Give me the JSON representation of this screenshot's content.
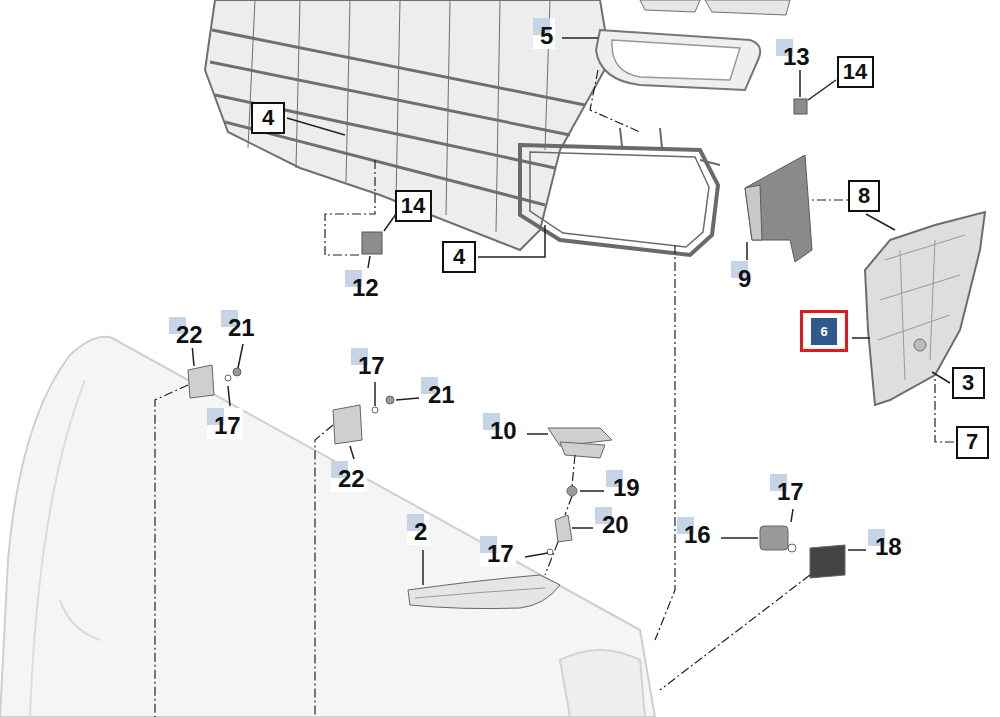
{
  "diagram": {
    "nodes": [
      {
        "text": [
          "14"
        ]
      },
      {
        "text": [
          "4"
        ]
      },
      {
        "text": [
          "8"
        ]
      },
      {
        "text": [
          "14"
        ]
      },
      {
        "text": [
          "4"
        ]
      },
      {
        "text": [
          "6"
        ]
      },
      {
        "text": [
          "3"
        ]
      },
      {
        "text": [
          "7"
        ]
      }
    ],
    "labels": [
      "5",
      "13",
      "9",
      "12",
      "21",
      "22",
      "17",
      "21",
      "17",
      "10",
      "22",
      "19",
      "17",
      "20",
      "2",
      "16",
      "18",
      "17"
    ]
  }
}
